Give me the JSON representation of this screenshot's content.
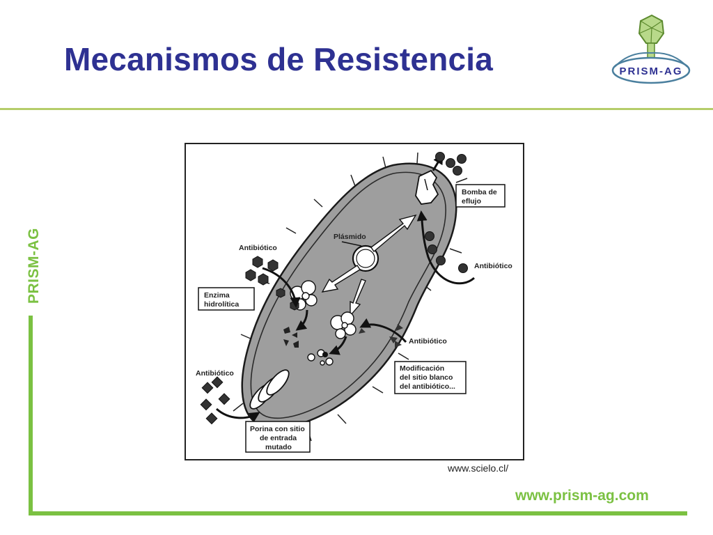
{
  "header": {
    "title": "Mecanismos de Resistencia",
    "logo_text": "PRISM-AG"
  },
  "sidebar": {
    "label": "PRISM-AG"
  },
  "figure": {
    "labels": {
      "plasmid": "Plásmido",
      "pump_line1": "Bomba de",
      "pump_line2": "eflujo",
      "antibiotic_efflux": "Antibiótico",
      "antibiotic_enzyme": "Antibiótico",
      "enzyme_line1": "Enzima",
      "enzyme_line2": "hidrolítica",
      "antibiotic_target": "Antibiótico",
      "target_line1": "Modificación",
      "target_line2": "del sitio blanco",
      "target_line3": "del antibiótico...",
      "antibiotic_porin": "Antibiótico",
      "porin_line1": "Porina con sitio",
      "porin_line2": "de entrada",
      "porin_line3": "mutado"
    },
    "credit": "www.scielo.cl/"
  },
  "footer": {
    "url": "www.prism-ag.com"
  },
  "colors": {
    "title": "#2e3192",
    "accent_green": "#7bc142",
    "rule_green": "#b5cd6a",
    "cell_fill": "#9e9e9e"
  }
}
